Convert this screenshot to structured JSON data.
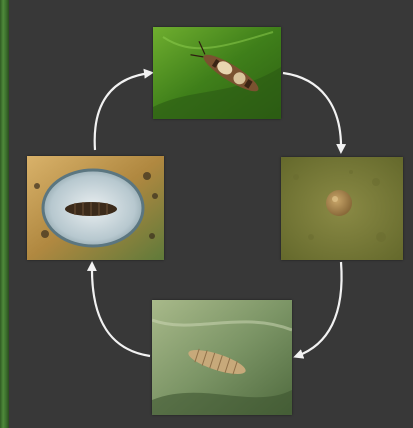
{
  "diagram": {
    "kind": "life-cycle",
    "stages": [
      {
        "icon": "adult-insect-on-leaf-photo",
        "position": "top"
      },
      {
        "icon": "egg-on-leaf-photo",
        "position": "right"
      },
      {
        "icon": "larva-on-leaf-photo",
        "position": "bottom"
      },
      {
        "icon": "pupa-in-cell-photo",
        "position": "left"
      }
    ],
    "flow": "clockwise",
    "arrow_color": "#f2f2f2",
    "background_color": "#383838"
  }
}
